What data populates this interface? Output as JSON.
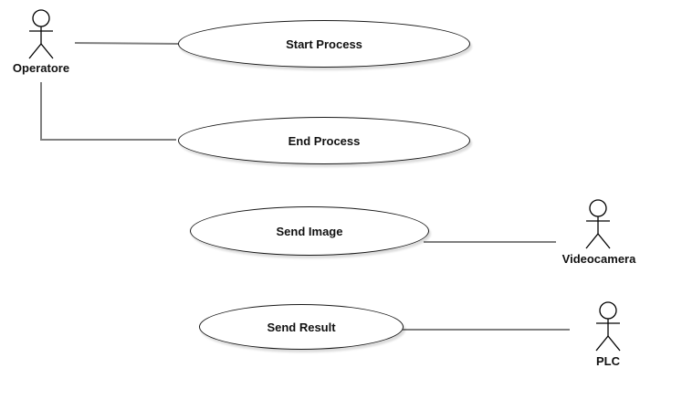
{
  "diagram": {
    "type": "uml-use-case",
    "actors": [
      {
        "id": "operatore",
        "label": "Operatore"
      },
      {
        "id": "videocamera",
        "label": "Videocamera"
      },
      {
        "id": "plc",
        "label": "PLC"
      }
    ],
    "use_cases": [
      {
        "id": "start-process",
        "label": "Start Process"
      },
      {
        "id": "end-process",
        "label": "End Process"
      },
      {
        "id": "send-image",
        "label": "Send Image"
      },
      {
        "id": "send-result",
        "label": "Send Result"
      }
    ],
    "associations": [
      {
        "from": "Operatore",
        "to": "Start Process"
      },
      {
        "from": "Operatore",
        "to": "End Process"
      },
      {
        "from": "Send Image",
        "to": "Videocamera"
      },
      {
        "from": "Send Result",
        "to": "PLC"
      }
    ],
    "colors": {
      "background": "#ffffff",
      "shape_stroke": "#1a1a1a",
      "connector": "#808080",
      "shadow": "#d9d9d9"
    }
  }
}
